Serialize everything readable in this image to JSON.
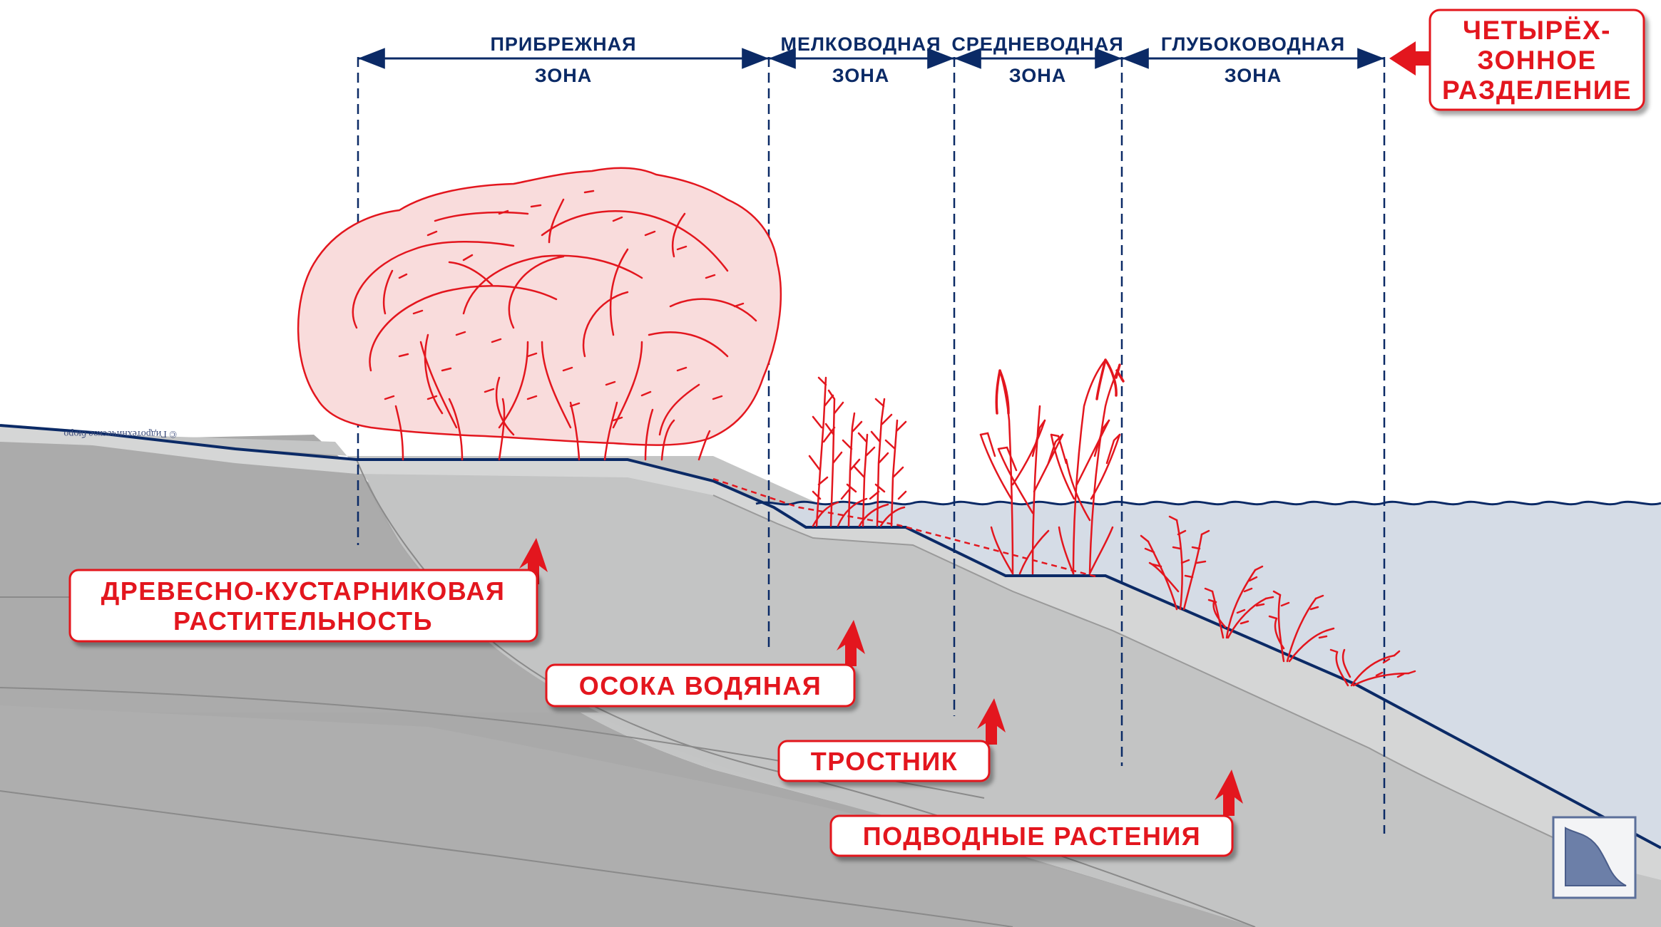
{
  "zones": [
    {
      "line1": "ПРИБРЕЖНАЯ",
      "line2": "ЗОНА"
    },
    {
      "line1": "МЕЛКОВОДНАЯ",
      "line2": "ЗОНА"
    },
    {
      "line1": "СРЕДНЕВОДНАЯ",
      "line2": "ЗОНА"
    },
    {
      "line1": "ГЛУБОКОВОДНАЯ",
      "line2": "ЗОНА"
    }
  ],
  "division_box": {
    "line1": "ЧЕТЫРЁХ-",
    "line2": "ЗОННОЕ",
    "line3": "РАЗДЕЛЕНИЕ"
  },
  "plant_labels": {
    "woody": {
      "line1": "ДРЕВЕСНО-КУСТАРНИКОВАЯ",
      "line2": "РАСТИТЕЛЬНОСТЬ"
    },
    "sedge": "ОСОКА ВОДЯНАЯ",
    "reed": "ТРОСТНИК",
    "submerged": "ПОДВОДНЫЕ РАСТЕНИЯ"
  },
  "watermark": "© Гидротехническое бюро",
  "colors": {
    "zone_line": "#0b2a66",
    "plant_red": "#e3161e",
    "water": "#d3dae5",
    "ground_dark": "#a9a9a9",
    "ground_mid": "#c3c4c4",
    "ground_light": "#d5d6d6"
  }
}
